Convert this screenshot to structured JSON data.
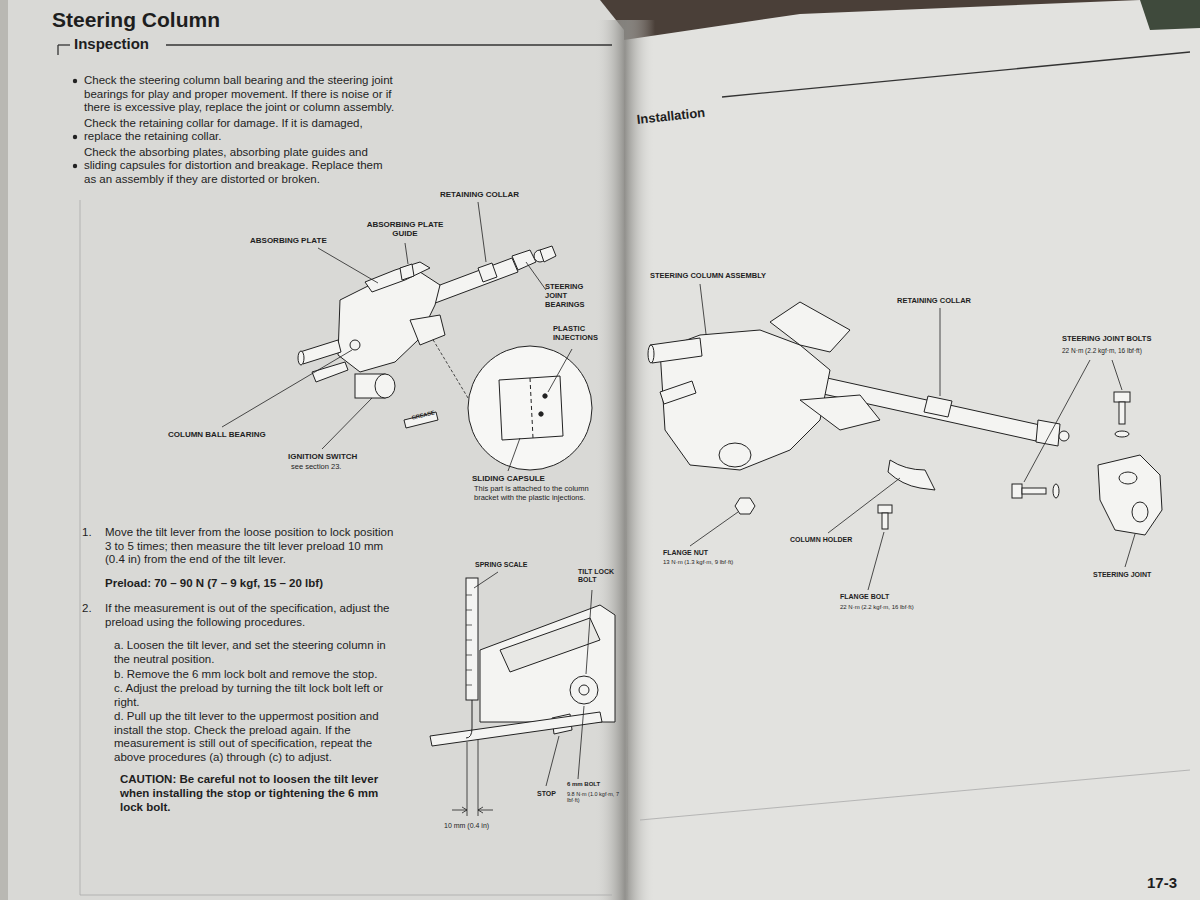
{
  "diagram": {
    "title": "Steering Column",
    "labels": [
      "Inspection",
      "Check the steering column ball bearing and the steering joint bearings for play and proper movement. If there is noise or if there is excessive play, replace the joint or column assembly.",
      "Check the retaining collar for damage. If it is damaged, replace the retaining collar.",
      "Check the absorbing plates, absorbing plate guides and sliding capsules for distortion and breakage. Replace them as an assembly if they are distorted or broken.",
      "RETAINING COLLAR",
      "ABSORBING PLATE GUIDE",
      "ABSORBING PLATE",
      "STEERING JOINT BEARINGS",
      "PLASTIC INJECTIONS",
      "GREASE",
      "COLUMN BALL BEARING",
      "IGNITION SWITCH",
      "see section 23.",
      "SLIDING CAPSULE",
      "This part is attached to the column bracket with the plastic injections.",
      "1.",
      "Move the tilt lever from the loose position to lock position 3 to 5 times; then measure the tilt lever preload 10 mm (0.4 in) from the end of the tilt lever.",
      "Preload: 70 – 90 N (7 – 9 kgf, 15 – 20 lbf)",
      "2.",
      "If the measurement is out of the specification, adjust the preload using the following procedures.",
      "a. Loosen the tilt lever, and set the steering column in the neutral position.",
      "b. Remove the 6 mm lock bolt and remove the stop.",
      "c. Adjust the preload by turning the tilt lock bolt left or right.",
      "d. Pull up the tilt lever to the uppermost position and install the stop. Check the preload again. If the measurement is still out of specification, repeat the above procedures (a) through (c) to adjust.",
      "CAUTION: Be careful not to loosen the tilt lever when installing the stop or tightening the 6 mm lock bolt.",
      "SPRING SCALE",
      "TILT LOCK BOLT",
      "STOP",
      "6 mm BOLT",
      "9.8 N·m (1.0 kgf·m, 7 lbf·ft)",
      "10 mm (0.4 in)",
      "Installation",
      "STEERING COLUMN ASSEMBLY",
      "RETAINING COLLAR",
      "STEERING JOINT BOLTS",
      "22 N·m (2.2 kgf·m, 16 lbf·ft)",
      "FLANGE NUT",
      "13 N·m (1.3 kgf·m, 9 lbf·ft)",
      "COLUMN HOLDER",
      "FLANGE BOLT",
      "22 N·m (2.2 kgf·m, 16 lbf·ft)",
      "STEERING JOINT",
      "17-3"
    ]
  }
}
